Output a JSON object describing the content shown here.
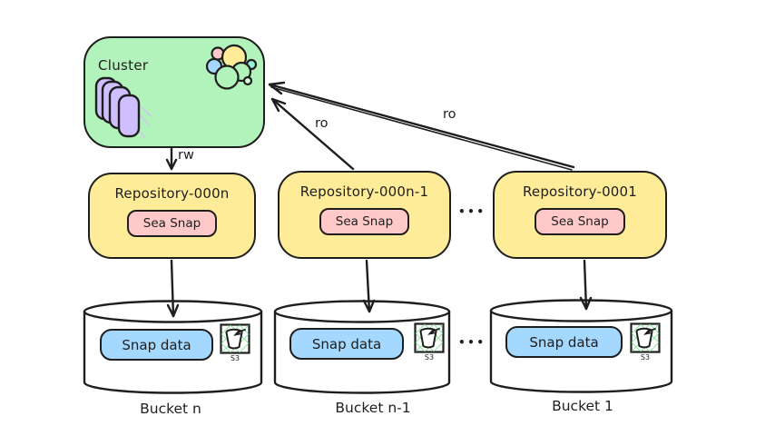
{
  "cluster": {
    "label": "Cluster",
    "logo_icon": "elasticsearch-logo",
    "nodes_icon": "node-stack"
  },
  "edges": {
    "cluster_to_repo_n": "rw",
    "repo_n1_to_cluster": "ro",
    "repo_1_to_cluster": "ro"
  },
  "repositories": [
    {
      "title": "Repository-000n",
      "badge": "Sea Snap"
    },
    {
      "title": "Repository-000n-1",
      "badge": "Sea Snap"
    },
    {
      "title": "Repository-0001",
      "badge": "Sea Snap"
    }
  ],
  "repo_ellipsis": "•••",
  "buckets": [
    {
      "badge": "Snap data",
      "s3_label": "S3",
      "caption": "Bucket n",
      "icon": "s3-bucket"
    },
    {
      "badge": "Snap data",
      "s3_label": "S3",
      "caption": "Bucket n-1",
      "icon": "s3-bucket"
    },
    {
      "badge": "Snap data",
      "s3_label": "S3",
      "caption": "Bucket 1",
      "icon": "s3-bucket"
    }
  ],
  "bucket_ellipsis": "•••",
  "colors": {
    "background": "#ffffff",
    "stroke": "#1e1e1e",
    "cluster_fill": "#b2f2bb",
    "repository_fill": "#ffec99",
    "sea_snap_fill": "#ffc9c9",
    "snap_data_fill": "#a5d8ff",
    "node_fill": "#d0bfff",
    "s3_hatch": "#69db7c"
  }
}
